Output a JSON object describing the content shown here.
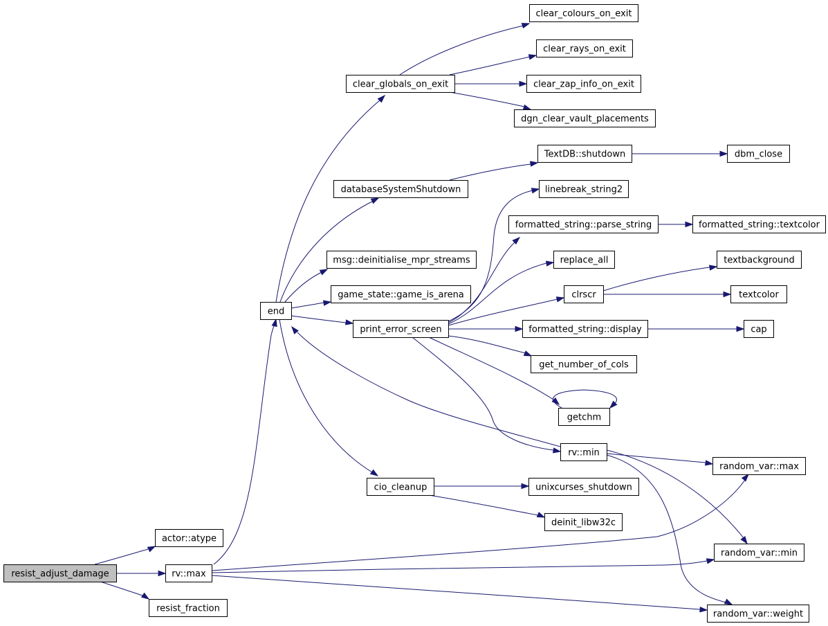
{
  "colors": {
    "edge": "#191970",
    "root_fill": "#bfbfbf",
    "node_fill": "#ffffff",
    "node_border": "#000000"
  },
  "nodes": [
    {
      "id": "resist_adjust_damage",
      "label": "resist_adjust_damage",
      "root": true
    },
    {
      "id": "actor_atype",
      "label": "actor::atype"
    },
    {
      "id": "rv_max",
      "label": "rv::max"
    },
    {
      "id": "resist_fraction",
      "label": "resist_fraction"
    },
    {
      "id": "end",
      "label": "end"
    },
    {
      "id": "clear_globals_on_exit",
      "label": "clear_globals_on_exit"
    },
    {
      "id": "clear_colours_on_exit",
      "label": "clear_colours_on_exit"
    },
    {
      "id": "clear_rays_on_exit",
      "label": "clear_rays_on_exit"
    },
    {
      "id": "clear_zap_info_on_exit",
      "label": "clear_zap_info_on_exit"
    },
    {
      "id": "dgn_clear_vault_placements",
      "label": "dgn_clear_vault_placements"
    },
    {
      "id": "databaseSystemShutdown",
      "label": "databaseSystemShutdown"
    },
    {
      "id": "textdb_shutdown",
      "label": "TextDB::shutdown"
    },
    {
      "id": "dbm_close",
      "label": "dbm_close"
    },
    {
      "id": "msg_deinit",
      "label": "msg::deinitialise_mpr_streams"
    },
    {
      "id": "game_is_arena",
      "label": "game_state::game_is_arena"
    },
    {
      "id": "print_error_screen",
      "label": "print_error_screen"
    },
    {
      "id": "linebreak_string2",
      "label": "linebreak_string2"
    },
    {
      "id": "fs_parse_string",
      "label": "formatted_string::parse_string"
    },
    {
      "id": "fs_textcolor",
      "label": "formatted_string::textcolor"
    },
    {
      "id": "replace_all",
      "label": "replace_all"
    },
    {
      "id": "clrscr",
      "label": "clrscr"
    },
    {
      "id": "textbackground",
      "label": "textbackground"
    },
    {
      "id": "textcolor",
      "label": "textcolor"
    },
    {
      "id": "fs_display",
      "label": "formatted_string::display"
    },
    {
      "id": "cap",
      "label": "cap"
    },
    {
      "id": "get_number_of_cols",
      "label": "get_number_of_cols"
    },
    {
      "id": "getchm",
      "label": "getchm"
    },
    {
      "id": "rv_min",
      "label": "rv::min"
    },
    {
      "id": "random_var_max",
      "label": "random_var::max"
    },
    {
      "id": "random_var_min",
      "label": "random_var::min"
    },
    {
      "id": "random_var_weight",
      "label": "random_var::weight"
    },
    {
      "id": "cio_cleanup",
      "label": "cio_cleanup"
    },
    {
      "id": "unixcurses_shutdown",
      "label": "unixcurses_shutdown"
    },
    {
      "id": "deinit_libw32c",
      "label": "deinit_libw32c"
    }
  ],
  "edges": [
    [
      "resist_adjust_damage",
      "actor_atype"
    ],
    [
      "resist_adjust_damage",
      "rv_max"
    ],
    [
      "resist_adjust_damage",
      "resist_fraction"
    ],
    [
      "rv_max",
      "end"
    ],
    [
      "rv_max",
      "random_var_max"
    ],
    [
      "rv_max",
      "random_var_min"
    ],
    [
      "rv_max",
      "random_var_weight"
    ],
    [
      "end",
      "clear_globals_on_exit"
    ],
    [
      "end",
      "databaseSystemShutdown"
    ],
    [
      "end",
      "msg_deinit"
    ],
    [
      "end",
      "game_is_arena"
    ],
    [
      "end",
      "print_error_screen"
    ],
    [
      "end",
      "cio_cleanup"
    ],
    [
      "clear_globals_on_exit",
      "clear_colours_on_exit"
    ],
    [
      "clear_globals_on_exit",
      "clear_rays_on_exit"
    ],
    [
      "clear_globals_on_exit",
      "clear_zap_info_on_exit"
    ],
    [
      "clear_globals_on_exit",
      "dgn_clear_vault_placements"
    ],
    [
      "databaseSystemShutdown",
      "textdb_shutdown"
    ],
    [
      "textdb_shutdown",
      "dbm_close"
    ],
    [
      "print_error_screen",
      "linebreak_string2"
    ],
    [
      "print_error_screen",
      "fs_parse_string"
    ],
    [
      "print_error_screen",
      "replace_all"
    ],
    [
      "print_error_screen",
      "clrscr"
    ],
    [
      "print_error_screen",
      "fs_display"
    ],
    [
      "print_error_screen",
      "get_number_of_cols"
    ],
    [
      "print_error_screen",
      "getchm"
    ],
    [
      "print_error_screen",
      "rv_min"
    ],
    [
      "fs_parse_string",
      "fs_textcolor"
    ],
    [
      "clrscr",
      "textbackground"
    ],
    [
      "clrscr",
      "textcolor"
    ],
    [
      "fs_display",
      "cap"
    ],
    [
      "getchm",
      "getchm"
    ],
    [
      "rv_min",
      "end"
    ],
    [
      "rv_min",
      "random_var_max"
    ],
    [
      "rv_min",
      "random_var_min"
    ],
    [
      "rv_min",
      "random_var_weight"
    ],
    [
      "cio_cleanup",
      "unixcurses_shutdown"
    ],
    [
      "cio_cleanup",
      "deinit_libw32c"
    ]
  ]
}
